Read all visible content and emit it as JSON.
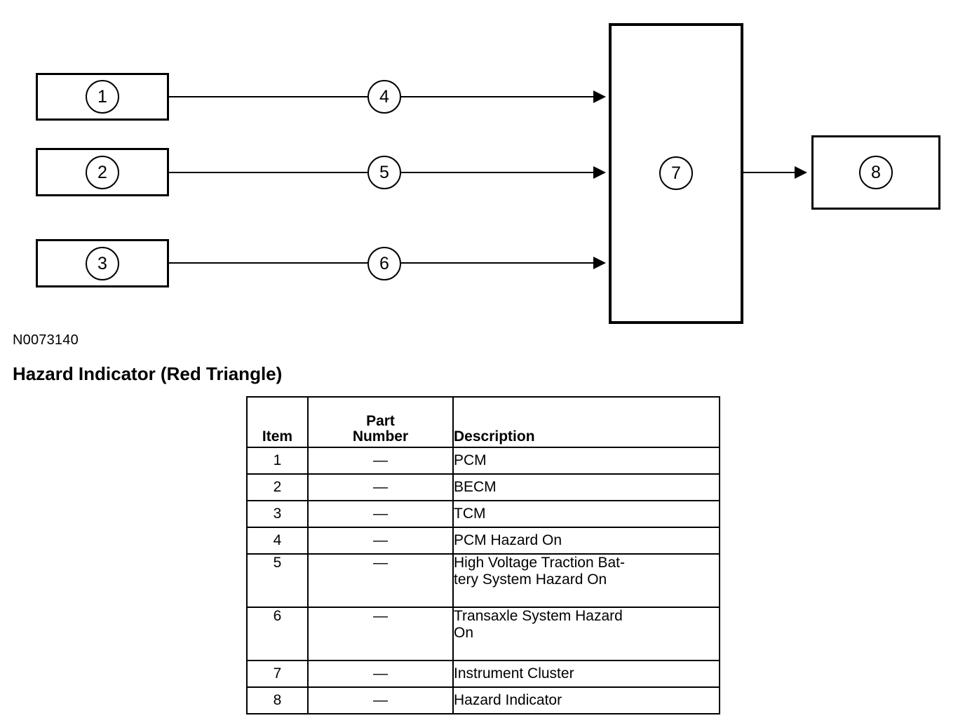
{
  "figure": {
    "id_label": "N0073140",
    "title": "Hazard Indicator (Red Triangle)",
    "nodes": [
      {
        "number": "1",
        "kind": "source-box"
      },
      {
        "number": "2",
        "kind": "source-box"
      },
      {
        "number": "3",
        "kind": "source-box"
      },
      {
        "number": "4",
        "kind": "signal-callout"
      },
      {
        "number": "5",
        "kind": "signal-callout"
      },
      {
        "number": "6",
        "kind": "signal-callout"
      },
      {
        "number": "7",
        "kind": "module-box"
      },
      {
        "number": "8",
        "kind": "output-box"
      }
    ]
  },
  "table": {
    "headers": {
      "item": "Item",
      "part_number_line1": "Part",
      "part_number_line2": "Number",
      "description": "Description"
    },
    "rows": [
      {
        "item": "1",
        "part_number": "—",
        "description": "PCM"
      },
      {
        "item": "2",
        "part_number": "—",
        "description": "BECM"
      },
      {
        "item": "3",
        "part_number": "—",
        "description": "TCM"
      },
      {
        "item": "4",
        "part_number": "—",
        "description": "PCM Hazard On"
      },
      {
        "item": "5",
        "part_number": "—",
        "description": "High Voltage Traction Bat-\ntery System Hazard On"
      },
      {
        "item": "6",
        "part_number": "—",
        "description": "Transaxle System Hazard\nOn"
      },
      {
        "item": "7",
        "part_number": "—",
        "description": "Instrument Cluster"
      },
      {
        "item": "8",
        "part_number": "—",
        "description": "Hazard Indicator"
      }
    ]
  },
  "colors": {
    "ink": "#000000",
    "paper": "#ffffff"
  }
}
